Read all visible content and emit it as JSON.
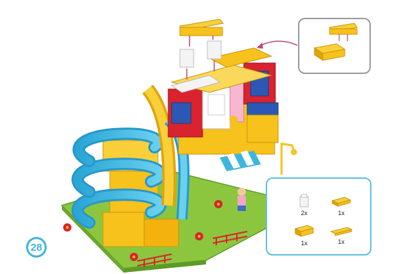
{
  "step": {
    "number": "28"
  },
  "parts_list": {
    "items": [
      {
        "name": "white-2x1-brick",
        "quantity": "2x",
        "color": "#f4f4f4"
      },
      {
        "name": "yellow-2x4-plate",
        "quantity": "1x",
        "color": "#f7c21b"
      },
      {
        "name": "yellow-2x4-brick",
        "quantity": "1x",
        "color": "#f7c21b"
      },
      {
        "name": "yellow-1x4-plate",
        "quantity": "1x",
        "color": "#f7c21b"
      }
    ]
  },
  "colors": {
    "accent_blue": "#3fb6dd",
    "brick_yellow": "#f7c21b",
    "brick_red": "#d9232e",
    "slide_blue": "#37b8e3",
    "baseplate_green": "#8cc63f",
    "arrow_magenta": "#c2447e"
  }
}
